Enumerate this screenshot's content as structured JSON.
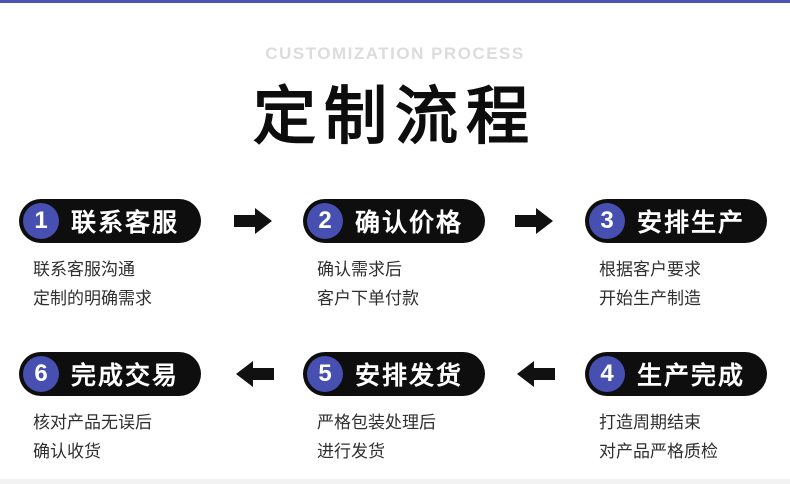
{
  "header": {
    "subtitle": "CUSTOMIZATION PROCESS",
    "title": "定制流程"
  },
  "colors": {
    "accent_bar": "#4a52b4",
    "number_circle": "#4750b0",
    "pill_background": "#0e0e0e",
    "subtitle_gray": "#dcdcdc",
    "arrow_black": "#111111"
  },
  "process": {
    "rows": [
      {
        "arrow_direction": "right",
        "steps": [
          {
            "number": "1",
            "label": "联系客服",
            "desc": [
              "联系客服沟通",
              "定制的明确需求"
            ]
          },
          {
            "number": "2",
            "label": "确认价格",
            "desc": [
              "确认需求后",
              "客户下单付款"
            ]
          },
          {
            "number": "3",
            "label": "安排生产",
            "desc": [
              "根据客户要求",
              "开始生产制造"
            ]
          }
        ]
      },
      {
        "arrow_direction": "left",
        "steps": [
          {
            "number": "6",
            "label": "完成交易",
            "desc": [
              "核对产品无误后",
              "确认收货"
            ]
          },
          {
            "number": "5",
            "label": "安排发货",
            "desc": [
              "严格包装处理后",
              "进行发货"
            ]
          },
          {
            "number": "4",
            "label": "生产完成",
            "desc": [
              "打造周期结束",
              "对产品严格质检"
            ]
          }
        ]
      }
    ]
  }
}
